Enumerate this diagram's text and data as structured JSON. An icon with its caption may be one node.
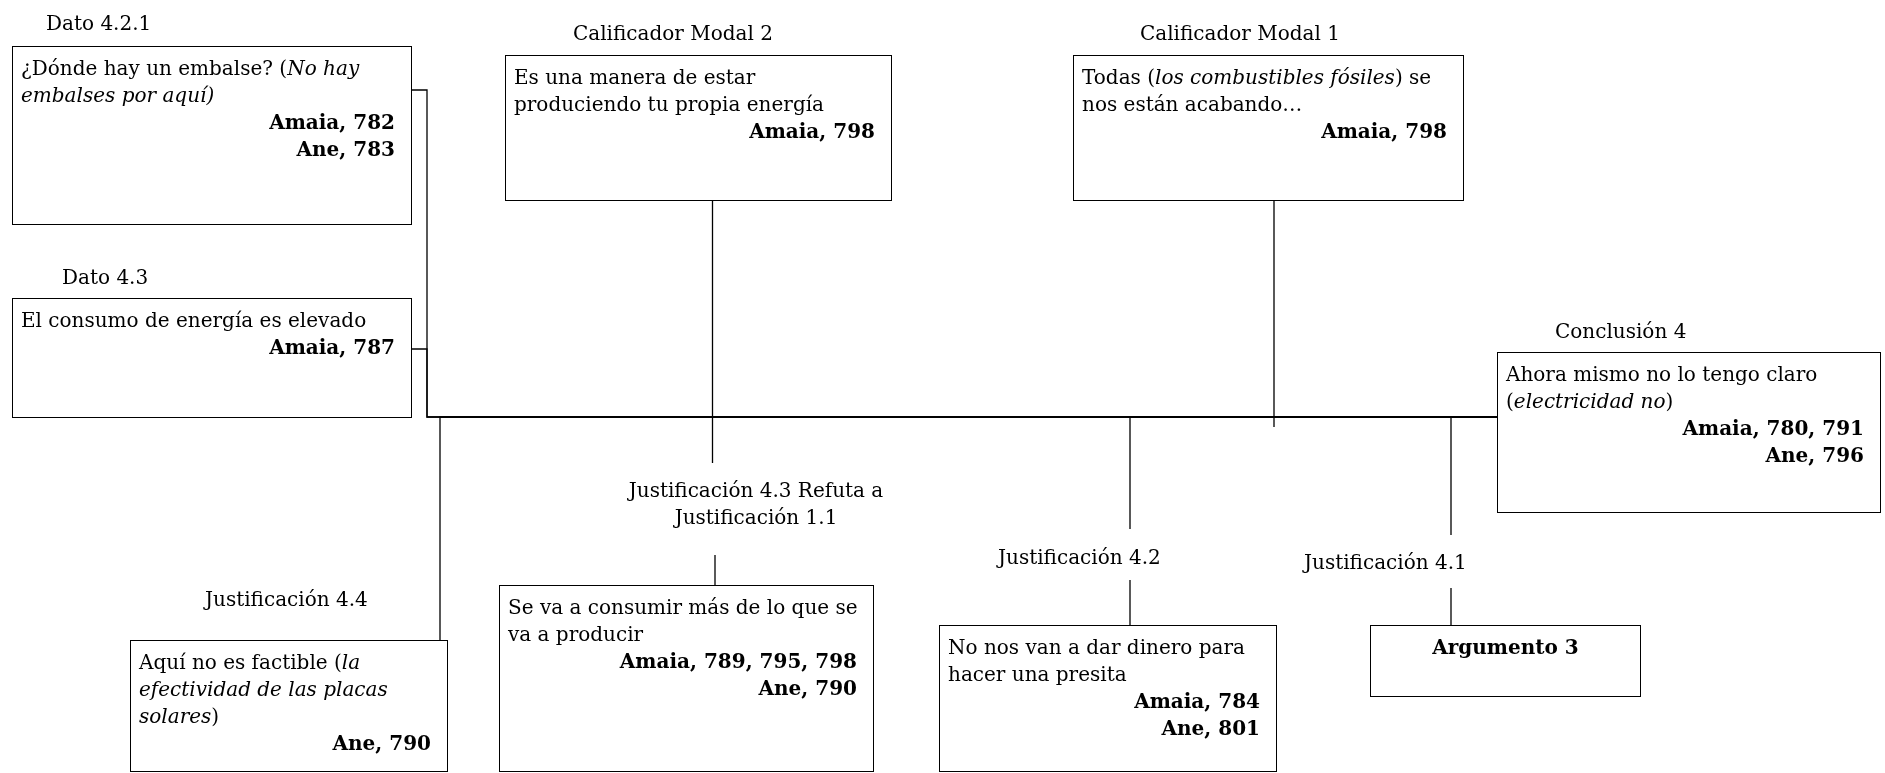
{
  "diagram": {
    "nodes": [
      {
        "text": [
          "Dato 4.2.1",
          "¿Dónde hay un embalse? (*No hay embalses por aquí)*",
          "Amaia, 782",
          "Ane, 783"
        ]
      },
      {
        "text": [
          "Calificador Modal 2",
          "Es una manera de estar produciendo tu propia energía",
          "Amaia, 798"
        ]
      },
      {
        "text": [
          "Calificador Modal 1",
          "Todas (*los combustibles fósiles*) se nos están acabando…",
          "Amaia, 798"
        ]
      },
      {
        "text": [
          "Dato 4.3",
          "El consumo de energía es elevado",
          "Amaia, 787"
        ]
      },
      {
        "text": [
          "Conclusión 4",
          "Ahora mismo no lo tengo claro (*electricidad no*)",
          "Amaia, 780, 791",
          "Ane, 796"
        ]
      },
      {
        "text": [
          "Justificación 4.3 Refuta a Justificación 1.1",
          "Se va a consumir más de lo que se va a producir",
          "Amaia, 789, 795, 798",
          "Ane, 790"
        ]
      },
      {
        "text": [
          "Justificación 4.4",
          "Aquí no es factible (*la efectividad de las placas solares*)",
          "Ane, 790"
        ]
      },
      {
        "text": [
          "Justificación 4.2",
          "No nos van a dar dinero para hacer una presita",
          "Amaia, 784",
          "Ane, 801"
        ]
      },
      {
        "text": [
          "Justificación 4.1",
          "Argumento 3"
        ]
      }
    ],
    "edges": [
      {
        "from": 0,
        "to": 4,
        "arrow": "none"
      },
      {
        "from": 3,
        "to": 4,
        "arrow": "none"
      },
      {
        "from": 1,
        "to": 5,
        "arrow": "none"
      },
      {
        "from": 2,
        "to": 4,
        "arrow": "none"
      },
      {
        "from": 6,
        "to": 4,
        "arrow": "none"
      },
      {
        "from": 7,
        "to": 4,
        "arrow": "none"
      },
      {
        "from": 8,
        "to": 4,
        "arrow": "none"
      }
    ]
  }
}
